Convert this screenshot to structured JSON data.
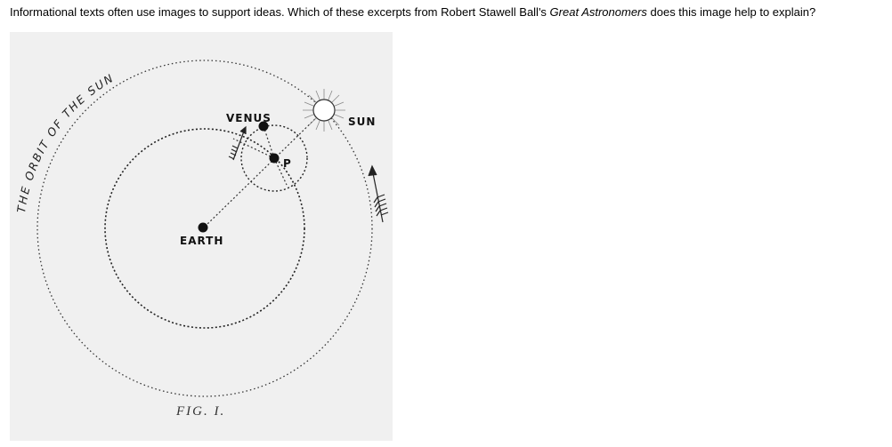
{
  "question": {
    "prefix": "Informational texts often use images to support ideas. Which of these excerpts from Robert Stawell Ball's ",
    "book_title": "Great Astronomers",
    "suffix": " does this image help to explain?"
  },
  "figure": {
    "orbit_label": "THE ORBIT OF THE SUN",
    "venus_label": "VENUS",
    "sun_label": "SUN",
    "earth_label": "EARTH",
    "p_label": "P",
    "caption": "FIG. I.",
    "background": "#f0f0f0"
  }
}
